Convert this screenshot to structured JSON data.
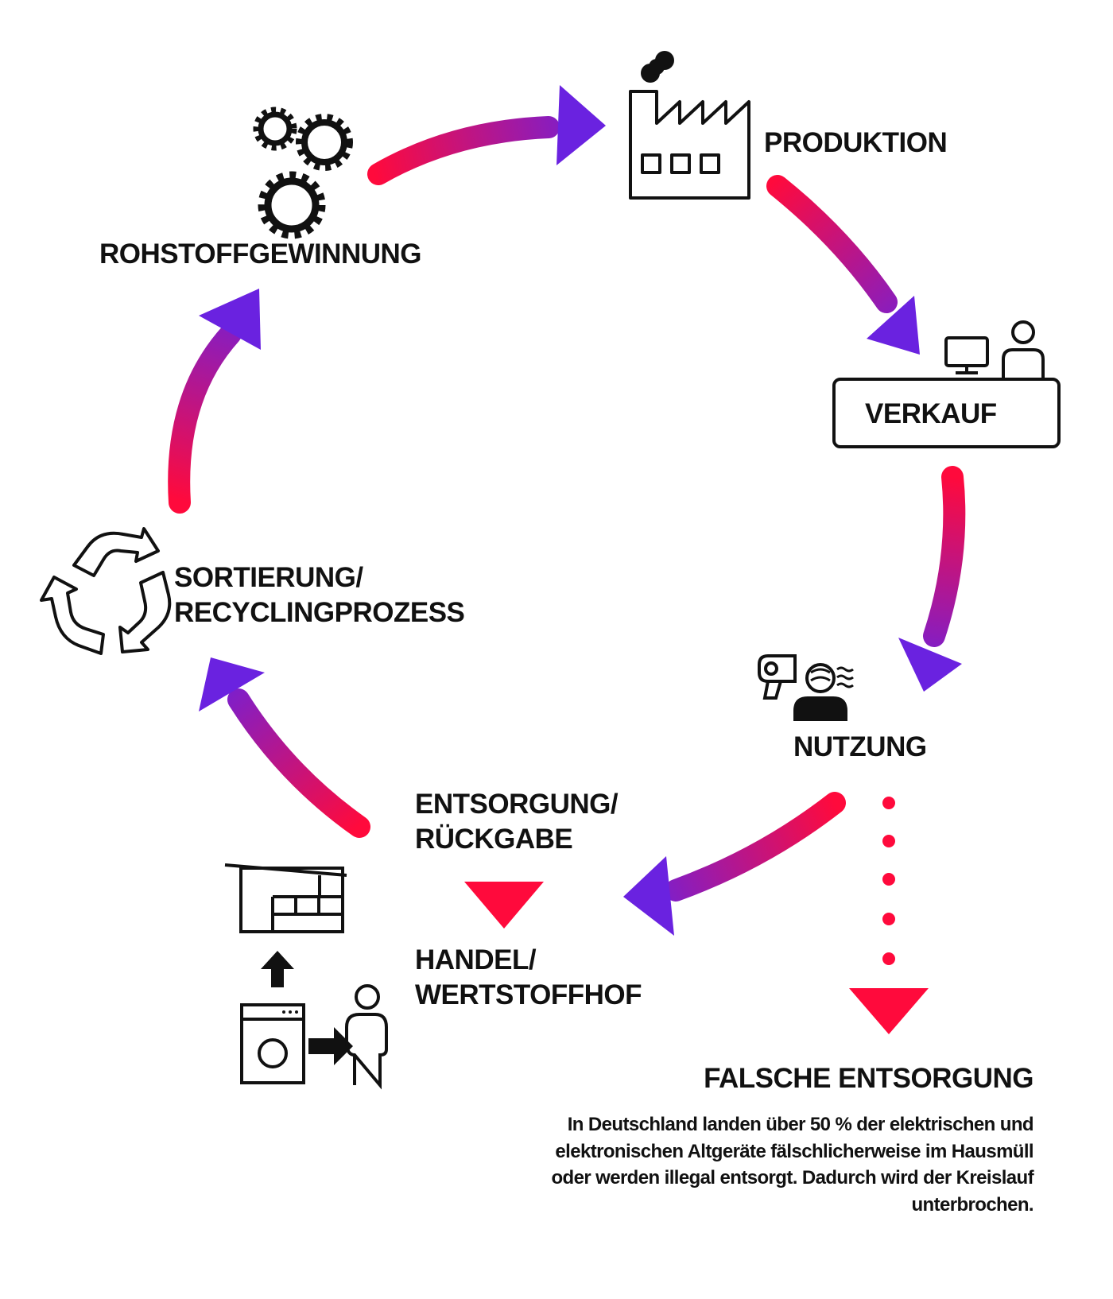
{
  "colors": {
    "arrow_start": "#ff0a3c",
    "arrow_end": "#6a22e0",
    "ink": "#111111"
  },
  "stages": {
    "rohstoff": {
      "label": "ROHSTOFFGEWINNUNG",
      "icon": "gears-icon"
    },
    "produktion": {
      "label": "PRODUKTION",
      "icon": "factory-icon"
    },
    "verkauf": {
      "label": "VERKAUF",
      "icon": "sales-counter-icon"
    },
    "nutzung": {
      "label": "NUTZUNG",
      "icon": "hair-dryer-user-icon"
    },
    "entsorgung": {
      "line1": "ENTSORGUNG/",
      "line2": "RÜCKGABE",
      "line3": "HANDEL/",
      "line4": "WERTSTOFFHOF",
      "icon": "return-appliance-icon"
    },
    "sortierung": {
      "line1": "SORTIERUNG/",
      "line2": "RECYCLINGPROZESS",
      "icon": "recycling-icon"
    }
  },
  "falsche_entsorgung": {
    "title": "FALSCHE ENTSORGUNG",
    "text_lines": [
      "In Deutschland landen über 50 % der elektrischen und",
      "elektronischen Altgeräte fälschlicherweise im Hausmüll",
      "oder werden illegal entsorgt. Dadurch wird der Kreislauf",
      "unterbrochen."
    ]
  }
}
